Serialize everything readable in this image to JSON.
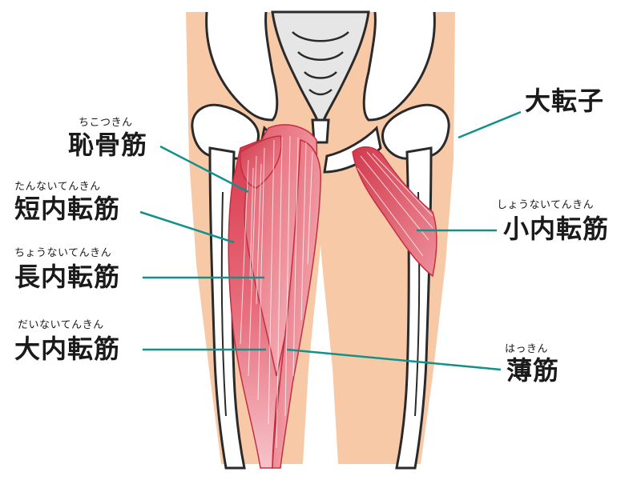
{
  "colors": {
    "skin": "#f7c9a7",
    "bone_fill": "#ffffff",
    "bone_stroke": "#2a2a2a",
    "muscle_dark": "#d9364a",
    "muscle_light": "#f4aeb6",
    "leader_line": "#12908a",
    "pelvis_shade": "#e6e6e6"
  },
  "labels": {
    "pectineus": {
      "ruby": "ちこつきん",
      "text": "恥骨筋"
    },
    "adductor_brevis": {
      "ruby": "たんないてんきん",
      "text": "短内転筋"
    },
    "adductor_longus": {
      "ruby": "ちょうないてんきん",
      "text": "長内転筋"
    },
    "adductor_magnus": {
      "ruby": "だいないてんきん",
      "text": "大内転筋"
    },
    "greater_trochanter": {
      "ruby": "",
      "text": "大転子"
    },
    "adductor_minimus": {
      "ruby": "しょうないてんきん",
      "text": "小内転筋"
    },
    "gracilis": {
      "ruby": "はっきん",
      "text": "薄筋"
    }
  }
}
